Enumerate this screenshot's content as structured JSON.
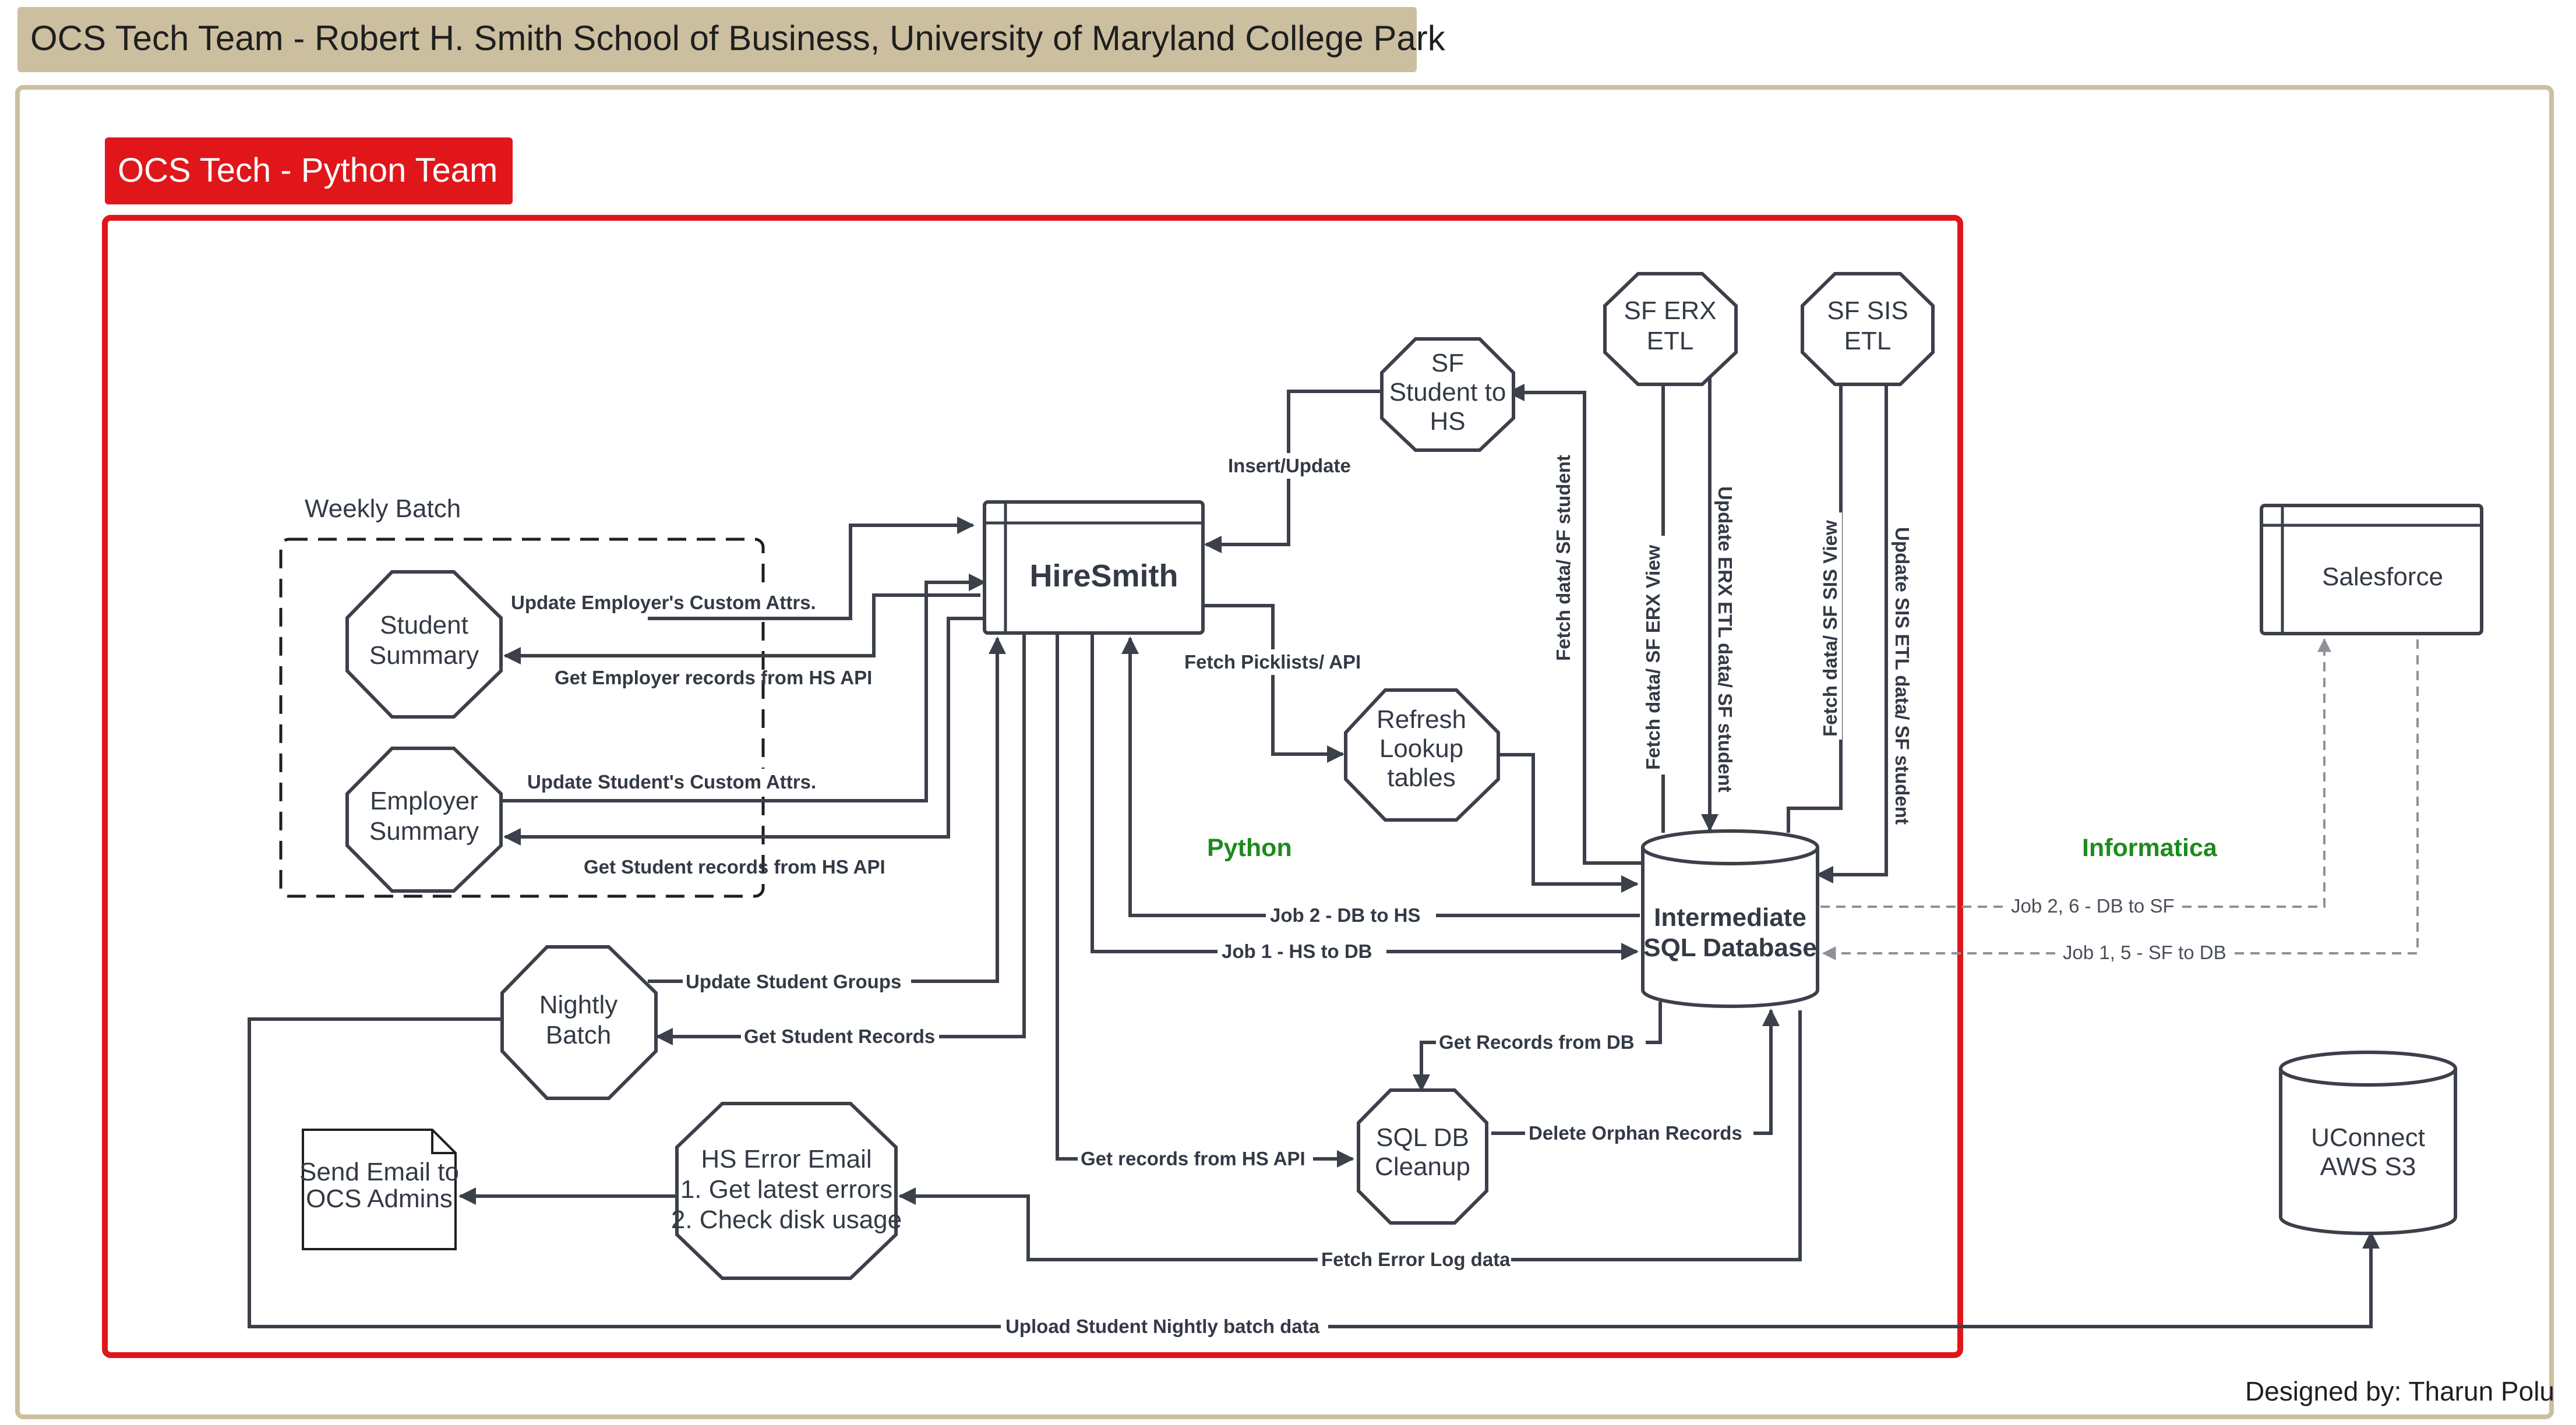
{
  "header": {
    "title": "OCS Tech Team - Robert H. Smith School of Business, University of Maryland College Park",
    "credit": "Designed by: Tharun Polu"
  },
  "team": {
    "title": "OCS Tech - Python Team"
  },
  "groups": {
    "weekly_batch": "Weekly Batch"
  },
  "section_labels": {
    "python": "Python",
    "informatica": "Informatica"
  },
  "nodes": {
    "hiresmith": "HireSmith",
    "salesforce": "Salesforce",
    "student_summary": [
      "Student",
      "Summary"
    ],
    "employer_summary": [
      "Employer",
      "Summary"
    ],
    "nightly_batch": [
      "Nightly",
      "Batch"
    ],
    "sf_student_to_hs": [
      "SF",
      "Student to",
      "HS"
    ],
    "sf_erx_etl": [
      "SF ERX",
      "ETL"
    ],
    "sf_sis_etl": [
      "SF SIS",
      "ETL"
    ],
    "refresh_lookup": [
      "Refresh",
      "Lookup",
      "tables"
    ],
    "intermediate_db": [
      "Intermediate",
      "SQL Database"
    ],
    "sql_db_cleanup": [
      "SQL DB",
      "Cleanup"
    ],
    "hs_error_email": [
      "HS Error Email",
      "1. Get latest errors",
      "2. Check disk usage"
    ],
    "send_email": [
      "Send Email to",
      "OCS Admins"
    ],
    "uconnect": [
      "UConnect",
      "AWS S3"
    ]
  },
  "edges": {
    "update_employer_attrs": "Update Employer's Custom Attrs.",
    "get_employer_records": "Get Employer records from HS API",
    "update_student_attrs": "Update Student's Custom Attrs.",
    "get_student_records_api": "Get Student records from HS API",
    "update_student_groups": "Update Student Groups",
    "get_student_records": "Get Student Records",
    "insert_update": "Insert/Update",
    "fetch_picklists": "Fetch Picklists/ API",
    "fetch_sf_student": "Fetch data/ SF student",
    "fetch_sf_erx_view": "Fetch data/ SF ERX View",
    "update_erx_etl": "Update ERX ETL data/ SF student",
    "fetch_sf_sis_view": "Fetch data/ SF SIS View",
    "update_sis_etl": "Update SIS ETL data/ SF student",
    "job2_db_to_hs": "Job 2 - DB to HS",
    "job1_hs_to_db": "Job 1 - HS to DB",
    "get_records_from_db": "Get Records from DB",
    "get_records_from_hs_api": "Get records from HS API",
    "delete_orphan": "Delete Orphan Records",
    "fetch_error_log": "Fetch Error Log data",
    "upload_nightly": "Upload Student Nightly batch data",
    "job_2_6": "Job 2, 6 - DB to SF",
    "job_1_5": "Job 1, 5 - SF to DB"
  },
  "colors": {
    "header_bg": "#cbbf9f",
    "outer_border": "#cbbf9f",
    "team_red": "#e0161b",
    "python_green": "#1e8a1e",
    "informatica_green": "#1e8a1e",
    "line": "#3b404a"
  }
}
